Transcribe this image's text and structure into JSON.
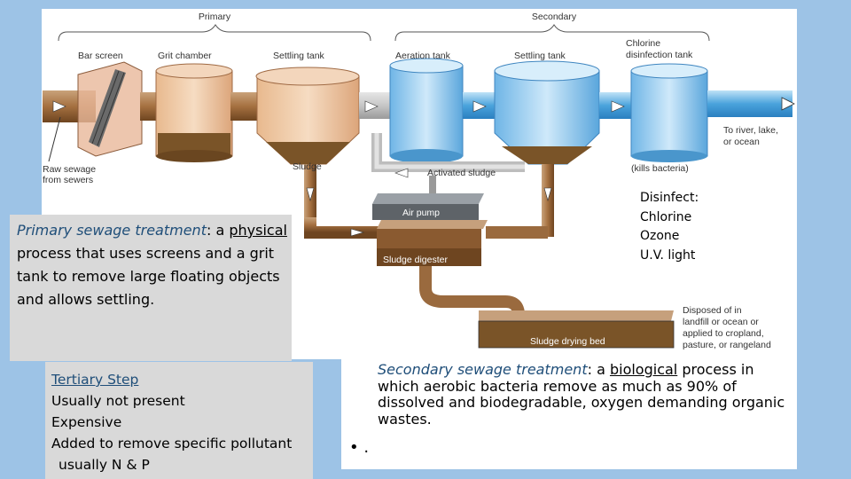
{
  "diagram": {
    "primary_label": "Primary",
    "secondary_label": "Secondary",
    "bar_screen": "Bar screen",
    "grit_chamber": "Grit chamber",
    "settling_tank_1": "Settling tank",
    "aeration_tank": "Aeration tank",
    "settling_tank_2": "Settling tank",
    "chlorine_line1": "Chlorine",
    "chlorine_line2": "disinfection tank",
    "raw_line1": "Raw sewage",
    "raw_line2": "from sewers",
    "sludge": "Sludge",
    "activated_sludge": "Activated sludge",
    "kills_bacteria": "(kills bacteria)",
    "river_line1": "To river, lake,",
    "river_line2": "or ocean",
    "air_pump": "Air pump",
    "sludge_digester": "Sludge digester",
    "drying_bed": "Sludge drying bed",
    "disposed_line1": "Disposed of in",
    "disposed_line2": "landfill or ocean or",
    "disposed_line3": "applied to cropland,",
    "disposed_line4": "pasture, or rangeland"
  },
  "primary_note": {
    "term": "Primary sewage treatment",
    "colon": ": a ",
    "keyword": "physical",
    "rest": " process that uses screens and a grit tank to remove large floating objects and allows settling."
  },
  "disinfect": {
    "title": "Disinfect:",
    "items": [
      "Chlorine",
      "Ozone",
      "U.V. light"
    ]
  },
  "tertiary": {
    "title": "Tertiary Step",
    "lines": [
      "Usually not present",
      "Expensive",
      "Added to remove specific pollutant",
      "usually N & P"
    ]
  },
  "secondary_note": {
    "term": "Secondary sewage treatment",
    "colon": ": a ",
    "keyword": "biological",
    "rest": " process in which aerobic bacteria remove as much as 90% of dissolved and biodegradable, oxygen demanding organic wastes."
  },
  "bullet": {
    "symbol": "•",
    "text": "."
  }
}
